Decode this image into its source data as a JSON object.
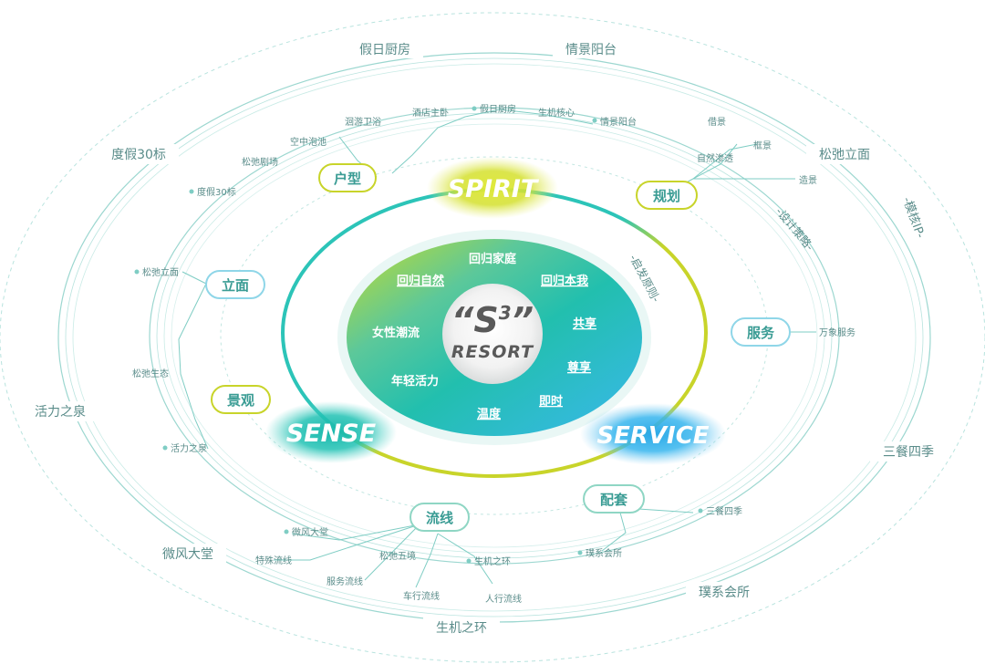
{
  "center": {
    "quote_left": "“",
    "letter": "S",
    "sup": "3",
    "quote_right": "”",
    "subtitle": "RESORT"
  },
  "core_words": [
    "回归家庭",
    "回归自然",
    "回归本我",
    "女性潮流",
    "共享",
    "年轻活力",
    "尊享",
    "温度",
    "即时"
  ],
  "pillars": {
    "spirit": "SPIRIT",
    "sense": "SENSE",
    "service": "SERVICE"
  },
  "arc_labels": {
    "principle": "-启发原则-",
    "strategy": "-设计策略-",
    "ip": "-模核IP-"
  },
  "categories": [
    "户型",
    "规划",
    "立面",
    "服务",
    "景观",
    "配套",
    "流线"
  ],
  "sub_items": {
    "huxing": [
      "空中泡池",
      "洄游卫浴",
      "酒店主卧",
      "假日厨房",
      "生机核心",
      "情景阳台",
      "松弛剧场",
      "度假30标"
    ],
    "guihua": [
      "借景",
      "框景",
      "自然渗透",
      "造景"
    ],
    "limian": [
      "松弛立面"
    ],
    "fuwu": [
      "万象服务"
    ],
    "jingguan": [
      "松弛生态",
      "活力之泉"
    ],
    "peitao": [
      "三餐四季",
      "璞系会所"
    ],
    "liuxian": [
      "微风大堂",
      "特殊流线",
      "服务流线",
      "松弛五境",
      "生机之环",
      "车行流线",
      "人行流线"
    ]
  },
  "outer_ring": [
    "假日厨房",
    "情景阳台",
    "度假30标",
    "松弛立面",
    "活力之泉",
    "三餐四季",
    "微风大堂",
    "璞系会所",
    "生机之环"
  ],
  "colors": {
    "teal": "#2cc4b8",
    "lime": "#c8d42a",
    "blue": "#3ab8e8",
    "text": "#5a8c8a",
    "line": "#a6dcd6"
  }
}
